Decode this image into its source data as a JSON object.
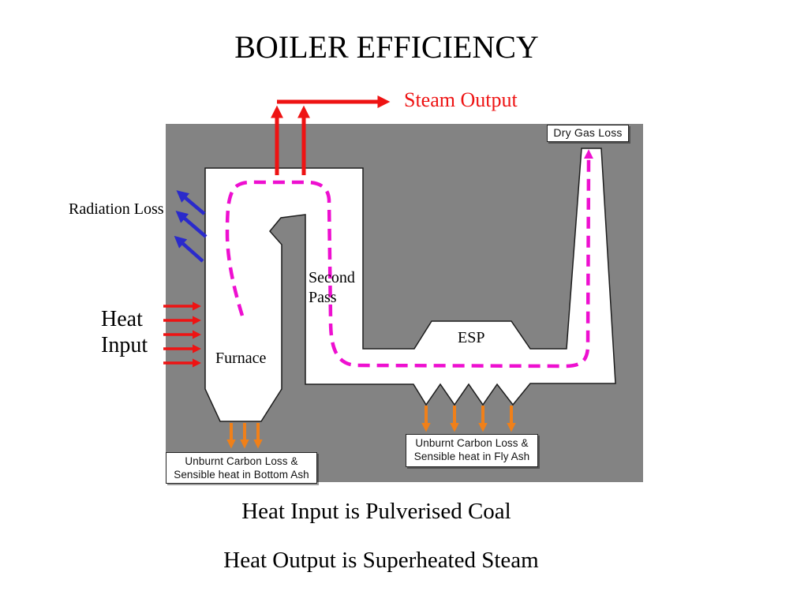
{
  "title": "BOILER EFFICIENCY",
  "colors": {
    "red": "#ee1313",
    "blue": "#2a2acb",
    "orange": "#f08019",
    "magenta": "#ee0fd0",
    "diagram_bg": "#838383",
    "shape_fill": "#ffffff",
    "outline": "#1c1c1c"
  },
  "labels": {
    "steam_output": "Steam Output",
    "dry_gas_loss": "Dry Gas Loss",
    "radiation_loss": "Radiation Loss",
    "heat_input_line1": "Heat",
    "heat_input_line2": "Input",
    "furnace": "Furnace",
    "second_pass_line1": "Second",
    "second_pass_line2": "Pass",
    "esp": "ESP",
    "bottom_ash_line1": "Unburnt Carbon Loss &",
    "bottom_ash_line2": "Sensible heat in Bottom Ash",
    "fly_ash_line1": "Unburnt Carbon Loss &",
    "fly_ash_line2": "Sensible heat in Fly Ash"
  },
  "footer": {
    "line1": "Heat Input is Pulverised Coal",
    "line2": "Heat Output is Superheated Steam"
  }
}
